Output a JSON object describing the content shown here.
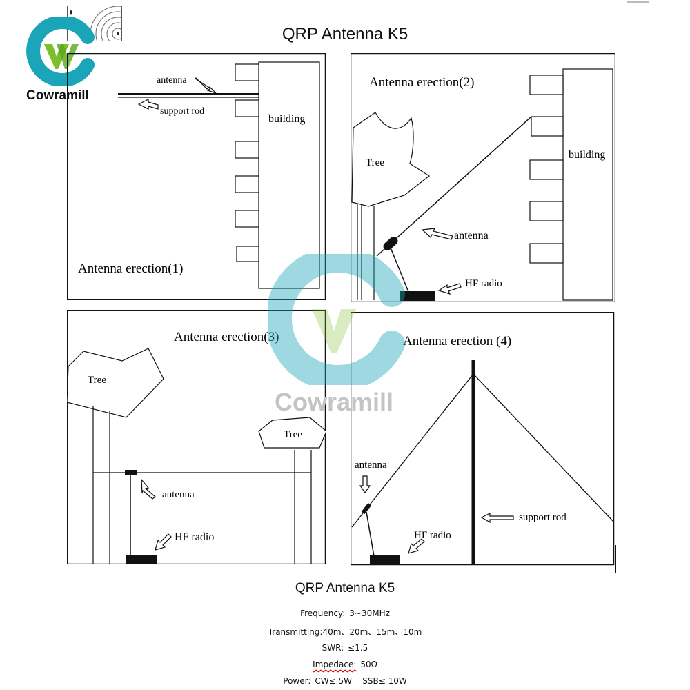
{
  "brand": {
    "name": "Cowramill",
    "watermark": "Cowramill",
    "primary_color": "#1aa5b8",
    "accent_color": "#7bbf2a"
  },
  "title": "QRP Antenna K5",
  "panels": [
    {
      "caption": "Antenna  erection(1)",
      "labels": {
        "antenna": "antenna",
        "support_rod": "support  rod",
        "building": "building"
      }
    },
    {
      "caption": "Antenna  erection(2)",
      "labels": {
        "tree": "Tree",
        "building": "building",
        "antenna": "antenna",
        "hf_radio": "HF radio"
      }
    },
    {
      "caption": "Antenna  erection(3)",
      "labels": {
        "tree_left": "Tree",
        "tree_right": "Tree",
        "antenna": "antenna",
        "hf_radio": "HF  radio"
      }
    },
    {
      "caption": "Antenna erection (4)",
      "labels": {
        "antenna": "antenna",
        "support_rod": "support rod",
        "hf_radio": "HF radio"
      }
    }
  ],
  "specs": {
    "title": "QRP Antenna K5",
    "rows": [
      {
        "label": "Frequency:",
        "value": "3~30MHz"
      },
      {
        "label": "Transmitting:",
        "value": "40m、20m、15m、10m"
      },
      {
        "label": "SWR:",
        "value": "≤1.5"
      },
      {
        "label": "Impedace:",
        "value": "50Ω"
      },
      {
        "label": "Power:",
        "value": "CW≤ 5W    SSB≤ 10W"
      }
    ]
  }
}
